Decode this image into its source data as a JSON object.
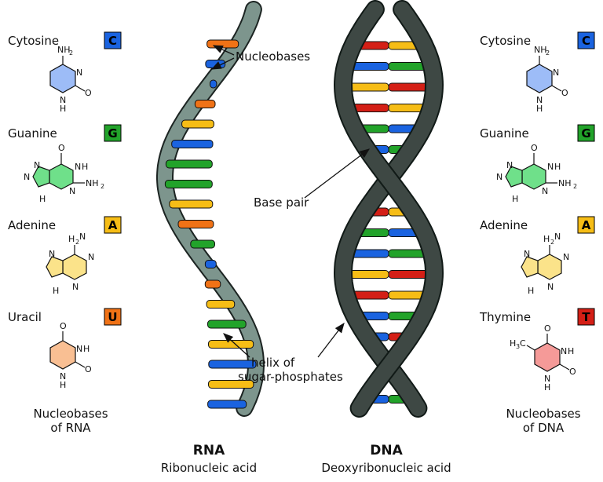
{
  "colors": {
    "cytosine": "#1a63e0",
    "guanine": "#22a32a",
    "adenine": "#f6bd16",
    "uracil": "#f07216",
    "thymine": "#d41f16",
    "rna_backbone": "#7d958d",
    "dna_backbone": "#3e4844",
    "cytosine_fill": "#9dbcf7",
    "guanine_fill": "#6fe08a",
    "adenine_fill": "#fbe38a",
    "uracil_fill": "#f9bf93",
    "thymine_fill": "#f59a98"
  },
  "rna": {
    "title": "RNA",
    "subtitle": "Ribonucleic acid",
    "bases": [
      {
        "name": "Cytosine",
        "letter": "C",
        "type": "cytosine",
        "amine": "NH",
        "amine_sub": "2",
        "atoms": [
          "N",
          "N",
          "H",
          "O"
        ]
      },
      {
        "name": "Guanine",
        "letter": "G",
        "type": "guanine",
        "amine": "NH",
        "amine_sub": "2",
        "atoms": [
          "O",
          "N",
          "H",
          "N",
          "N",
          "N",
          "H"
        ]
      },
      {
        "name": "Adenine",
        "letter": "A",
        "type": "adenine",
        "amine": "H",
        "amine_sub": "2",
        "atoms": [
          "N",
          "N",
          "N",
          "N",
          "H"
        ]
      },
      {
        "name": "Uracil",
        "letter": "U",
        "type": "uracil",
        "atoms": [
          "O",
          "N",
          "H",
          "N",
          "H",
          "O"
        ]
      }
    ],
    "footer_line1": "Nucleobases",
    "footer_line2": "of RNA"
  },
  "dna": {
    "title": "DNA",
    "subtitle": "Deoxyribonucleic acid",
    "bases": [
      {
        "name": "Cytosine",
        "letter": "C",
        "type": "cytosine",
        "amine": "NH",
        "amine_sub": "2",
        "atoms": [
          "N",
          "N",
          "H",
          "O"
        ]
      },
      {
        "name": "Guanine",
        "letter": "G",
        "type": "guanine",
        "amine": "NH",
        "amine_sub": "2",
        "atoms": [
          "O",
          "N",
          "H",
          "N",
          "N",
          "N",
          "H"
        ]
      },
      {
        "name": "Adenine",
        "letter": "A",
        "type": "adenine",
        "amine": "H",
        "amine_sub": "2",
        "atoms": [
          "N",
          "N",
          "N",
          "N",
          "H"
        ]
      },
      {
        "name": "Thymine",
        "letter": "T",
        "type": "thymine",
        "methyl": "H",
        "methyl_sub": "3",
        "methyl_c": "C",
        "atoms": [
          "O",
          "N",
          "H",
          "N",
          "H",
          "O"
        ]
      }
    ],
    "footer_line1": "Nucleobases",
    "footer_line2": "of DNA"
  },
  "annotations": {
    "nucleobases": "Nucleobases",
    "base_pair": "Base pair",
    "helix_line1": "helix of",
    "helix_line2": "sugar-phosphates"
  },
  "rna_rungs": [
    "uracil",
    "cytosine",
    "cytosine",
    "uracil",
    "adenine",
    "cytosine",
    "guanine",
    "guanine",
    "adenine",
    "uracil",
    "guanine",
    "cytosine",
    "uracil",
    "adenine",
    "guanine",
    "adenine",
    "cytosine",
    "adenine",
    "cytosine"
  ],
  "dna_rungs": [
    [
      "thymine",
      "adenine"
    ],
    [
      "cytosine",
      "guanine"
    ],
    [
      "adenine",
      "thymine"
    ],
    [
      "thymine",
      "adenine"
    ],
    [
      "guanine",
      "cytosine"
    ],
    [
      "cytosine",
      "guanine"
    ],
    [
      "adenine",
      "thymine"
    ],
    [
      "adenine",
      "thymine"
    ],
    [
      "thymine",
      "adenine"
    ],
    [
      "guanine",
      "cytosine"
    ],
    [
      "cytosine",
      "guanine"
    ],
    [
      "adenine",
      "thymine"
    ],
    [
      "thymine",
      "adenine"
    ],
    [
      "cytosine",
      "guanine"
    ],
    [
      "cytosine",
      "thymine"
    ],
    [
      "cytosine",
      "guanine"
    ],
    [
      "adenine",
      "thymine"
    ],
    [
      "cytosine",
      "guanine"
    ]
  ]
}
